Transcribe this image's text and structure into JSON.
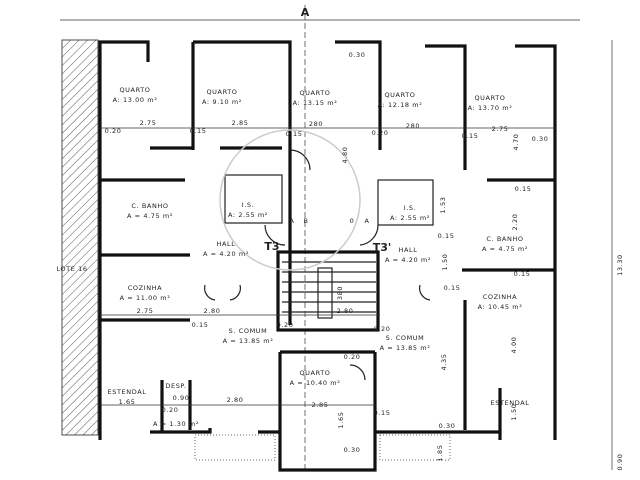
{
  "plan": {
    "section_marker": "A",
    "lot_label": "LOTE 16",
    "units": [
      "T3",
      "T3'"
    ],
    "rooms": [
      {
        "name": "QUARTO",
        "area": "A: 13.00 m²"
      },
      {
        "name": "QUARTO",
        "area": "A: 9.10 m²"
      },
      {
        "name": "QUARTO",
        "area": "A: 13.15 m²"
      },
      {
        "name": "QUARTO",
        "area": "A: 12.18 m²"
      },
      {
        "name": "QUARTO",
        "area": "A: 13.70 m²"
      },
      {
        "name": "C. BANHO",
        "area": "A = 4.75 m²"
      },
      {
        "name": "I.S.",
        "area": "A: 2.55 m²"
      },
      {
        "name": "I.S.",
        "area": "A: 2.55 m²"
      },
      {
        "name": "HALL",
        "area": "A = 4.20 m²"
      },
      {
        "name": "HALL",
        "area": "A = 4.20 m²"
      },
      {
        "name": "C. BANHO",
        "area": "A = 4.75 m²"
      },
      {
        "name": "COZINHA",
        "area": "A = 11.00 m²"
      },
      {
        "name": "COZINHA",
        "area": "A: 10.45 m²"
      },
      {
        "name": "S. COMUM",
        "area": "A = 13.85 m²"
      },
      {
        "name": "S. COMUM",
        "area": "A = 13.85 m²"
      },
      {
        "name": "QUARTO",
        "area": "A = 10.40 m²"
      },
      {
        "name": "ESTENDAL",
        "area": "1.65"
      },
      {
        "name": "DESP.",
        "area": "A = 1.30 m²"
      },
      {
        "name": "ESTENDAL",
        "area": ""
      }
    ],
    "cabinet_letters": [
      "A",
      "B",
      "0",
      "A"
    ],
    "dimensions": [
      "0.20",
      "2.75",
      "0.15",
      "2.85",
      "0.15",
      "280",
      "0.20",
      "280",
      "0.15",
      "2.75",
      "0.30",
      "0.30",
      "4.80",
      "4.70",
      "2.75",
      "2.80",
      "0.15",
      "0.20",
      "380",
      "2.80",
      "0.20",
      "0.15",
      "0.15",
      "1.50",
      "1.53",
      "2.20",
      "0.15",
      "0.15",
      "4.35",
      "4.00",
      "1.50",
      "2.85",
      "0.15",
      "1.65",
      "0.20",
      "0.30",
      "1.85",
      "0.30",
      "0.90",
      "0.20",
      "2.80",
      "13.30",
      "0.90"
    ]
  }
}
